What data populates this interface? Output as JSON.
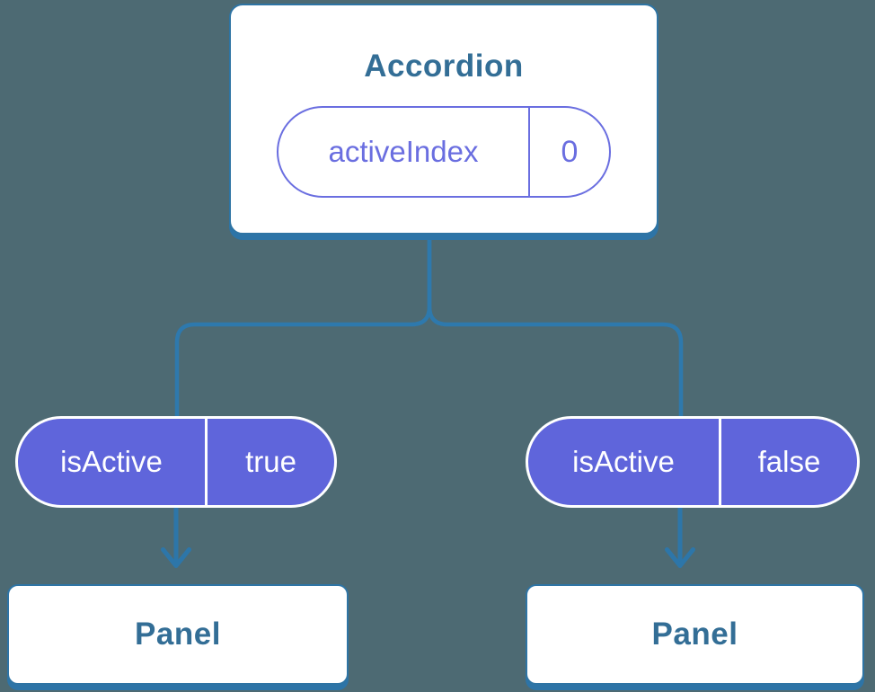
{
  "diagram": {
    "root": {
      "title": "Accordion",
      "state": {
        "name": "activeIndex",
        "value": "0"
      }
    },
    "children": [
      {
        "prop_name": "isActive",
        "prop_value": "true",
        "title": "Panel"
      },
      {
        "prop_name": "isActive",
        "prop_value": "false",
        "title": "Panel"
      }
    ]
  },
  "colors": {
    "background": "#4d6a73",
    "connector_blue": "#2e79ad",
    "box_border_blue": "#2e74a4",
    "box_shadow_blue": "#2d74a7",
    "heading_teal": "#336e96",
    "pill_purple_fill": "#5f65db",
    "pill_purple_border": "#6a6ee0",
    "pill_text": "#ffffff"
  }
}
